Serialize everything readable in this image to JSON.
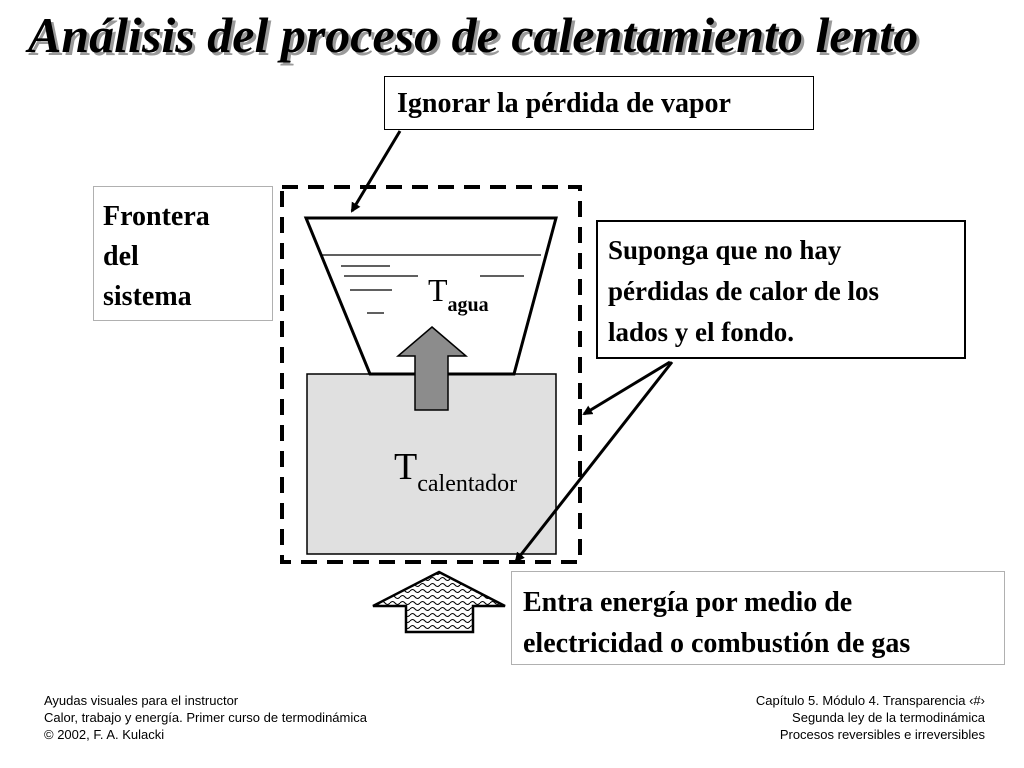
{
  "title": "Análisis del proceso de calentamiento lento",
  "callouts": {
    "vapor": "Ignorar la pérdida de vapor",
    "frontera_lines": [
      "Frontera",
      "del",
      "sistema"
    ],
    "perdidas_lines": [
      "Suponga que no hay",
      "pérdidas de calor de los",
      "lados y el fondo."
    ],
    "energia_lines": [
      "Entra energía por medio de",
      "electricidad o combustión de gas"
    ]
  },
  "labels": {
    "t_agua_main": "T",
    "t_agua_sub": "agua",
    "t_cal_main": "T",
    "t_cal_sub": "calentador"
  },
  "footer": {
    "left": [
      "Ayudas visuales para el instructor",
      "Calor, trabajo y energía. Primer curso de termodinámica",
      "© 2002, F. A. Kulacki"
    ],
    "right": [
      "Capítulo 5. Módulo 4.  Transparencia ‹#›",
      "Segunda ley de la termodinámica",
      "Procesos reversibles e irreversibles"
    ]
  },
  "colors": {
    "heater_fill": "#e0e0e0",
    "arrow_fill": "#8c8c8c",
    "title_shadow": "#9a9a9a"
  }
}
